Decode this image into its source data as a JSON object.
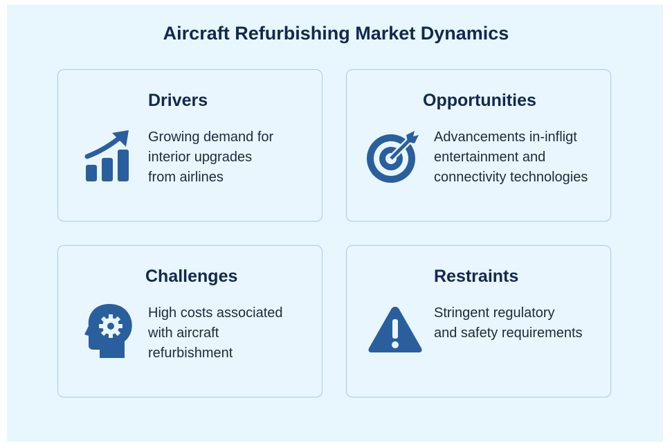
{
  "title": "Aircraft Refurbishing Market Dynamics",
  "colors": {
    "accent": "#2a5f9e",
    "title": "#13284f",
    "background": "#e8f6fd",
    "border": "#a9cbe8"
  },
  "cards": [
    {
      "heading": "Drivers",
      "icon": "growth-chart-icon",
      "lines": [
        "Growing demand for",
        "interior upgrades",
        "from airlines"
      ]
    },
    {
      "heading": "Opportunities",
      "icon": "target-icon",
      "lines": [
        "Advancements in-infligt",
        "entertainment and",
        "connectivity technologies"
      ]
    },
    {
      "heading": "Challenges",
      "icon": "head-gear-icon",
      "lines": [
        "High costs associated",
        "with aircraft",
        "refurbishment"
      ]
    },
    {
      "heading": "Restraints",
      "icon": "warning-icon",
      "lines": [
        "Stringent regulatory",
        "and safety requirements"
      ]
    }
  ]
}
